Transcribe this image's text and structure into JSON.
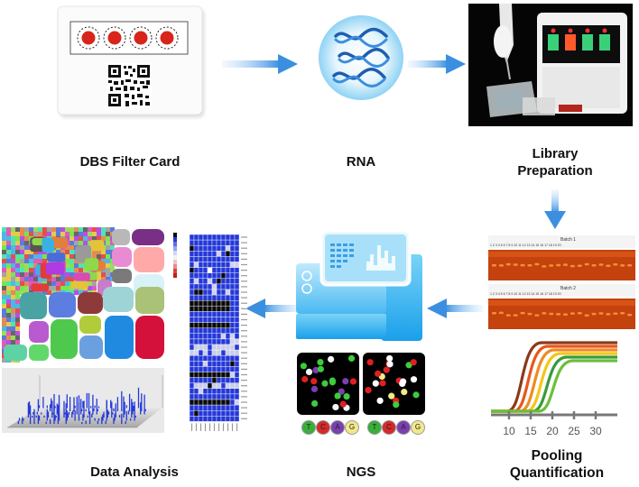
{
  "steps": {
    "dbs": "DBS Filter Card",
    "rna": "RNA",
    "library_line1": "Library",
    "library_line2": "Preparation",
    "pooling_line1": "Pooling",
    "pooling_line2": "Quantification",
    "ngs": "NGS",
    "analysis": "Data Analysis"
  },
  "gel": {
    "batch_top": "Batch 1",
    "batch_bottom": "Batch 2"
  },
  "qpcr": {
    "ticks": [
      "10",
      "15",
      "20",
      "25",
      "30"
    ],
    "curve_colors": [
      "#8b3a1a",
      "#e8561b",
      "#f08a24",
      "#f5c518",
      "#3a9a3a",
      "#6cbf3a"
    ]
  },
  "ngs": {
    "bases_left": [
      "T",
      "C",
      "A",
      "G"
    ],
    "bases_right": [
      "T",
      "C",
      "A",
      "G"
    ],
    "base_colors": [
      "#3aae3a",
      "#d42a2a",
      "#7b3fb0",
      "#f2e88a"
    ]
  },
  "colors": {
    "arrow": "#3c8fe0",
    "heatmap_blue": "#2438d8"
  }
}
